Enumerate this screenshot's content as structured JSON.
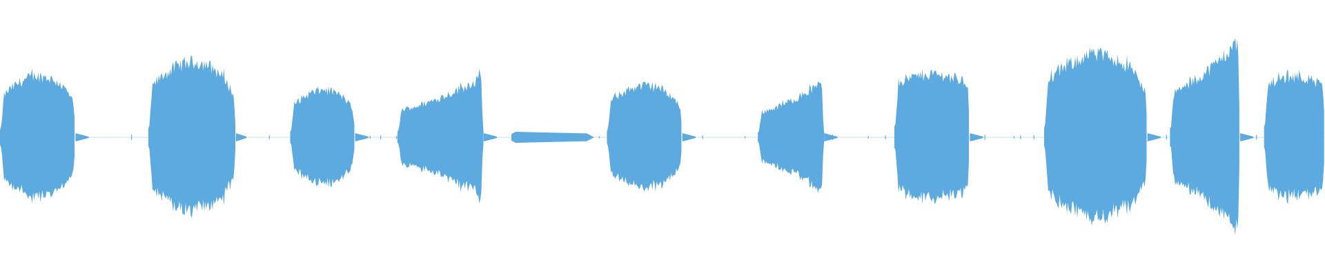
{
  "waveform": {
    "color": "#5DAAE0",
    "segments": [
      {
        "start": 0.0,
        "end": 0.057,
        "shape": "rise-fall",
        "peak": 0.26,
        "tail": 0.01
      },
      {
        "start": 0.112,
        "end": 0.178,
        "shape": "rise-fall",
        "peak": 0.32,
        "tail": 0.008
      },
      {
        "start": 0.219,
        "end": 0.268,
        "shape": "rise-fall",
        "peak": 0.2,
        "tail": 0.01
      },
      {
        "start": 0.3,
        "end": 0.365,
        "shape": "rise",
        "peak": 0.24,
        "tail": 0.01
      },
      {
        "start": 0.458,
        "end": 0.515,
        "shape": "rise-fall",
        "peak": 0.22,
        "tail": 0.01
      },
      {
        "start": 0.572,
        "end": 0.622,
        "shape": "rise",
        "peak": 0.22,
        "tail": 0.01
      },
      {
        "start": 0.675,
        "end": 0.732,
        "shape": "flat",
        "peak": 0.25,
        "tail": 0.01
      },
      {
        "start": 0.788,
        "end": 0.866,
        "shape": "rise-fall",
        "peak": 0.35,
        "tail": 0.01
      },
      {
        "start": 0.883,
        "end": 0.936,
        "shape": "rise",
        "peak": 0.39,
        "tail": 0.01
      },
      {
        "start": 0.954,
        "end": 1.0,
        "shape": "flat",
        "peak": 0.24,
        "tail": 0.0
      }
    ],
    "hum_segments": [
      {
        "start": 0.386,
        "end": 0.448,
        "peak": 0.02
      }
    ],
    "tick_marks": [
      0.099,
      0.183,
      0.203,
      0.246,
      0.27,
      0.279,
      0.287,
      0.299,
      0.372,
      0.39,
      0.452,
      0.53,
      0.562,
      0.628,
      0.655,
      0.668,
      0.743,
      0.765,
      0.77,
      0.78,
      0.867,
      0.88,
      0.948
    ]
  }
}
